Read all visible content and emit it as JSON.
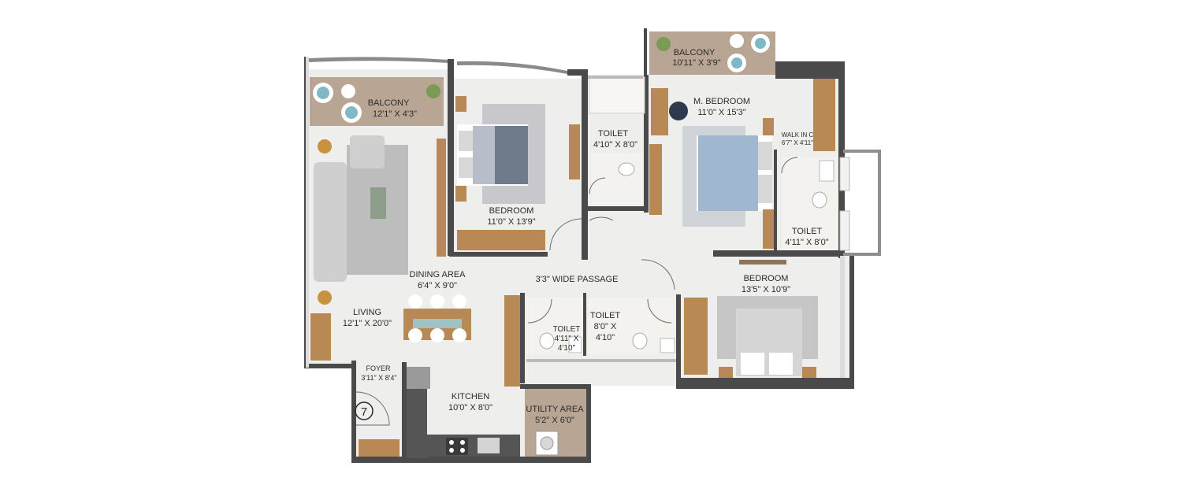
{
  "plan": {
    "unit_badge": "7",
    "rooms": {
      "balcony_living": {
        "name": "BALCONY",
        "size": "12'1\" X 4'3\""
      },
      "balcony_master": {
        "name": "BALCONY",
        "size": "10'11\" X 3'9\""
      },
      "bedroom_1": {
        "name": "BEDROOM",
        "size": "11'0\" X 13'9\""
      },
      "toilet_1": {
        "name": "TOILET",
        "size": "4'10\" X 8'0\""
      },
      "master_bedroom": {
        "name": "M. BEDROOM",
        "size": "11'0\" X 15'3\""
      },
      "walk_in": {
        "name": "WALK IN C",
        "size": "6'7\" X 4'11\""
      },
      "toilet_master": {
        "name": "TOILET",
        "size": "4'11\" X 8'0\""
      },
      "dining": {
        "name": "DINING AREA",
        "size": "6'4\" X 9'0\""
      },
      "passage": {
        "name": "3'3\" WIDE PASSAGE"
      },
      "bedroom_2": {
        "name": "BEDROOM",
        "size": "13'5\" X 10'9\""
      },
      "living": {
        "name": "LIVING",
        "size": "12'1\" X 20'0\""
      },
      "toilet_2": {
        "name": "TOILET",
        "size_1": "4'11\" X",
        "size_2": "4'10\""
      },
      "toilet_3": {
        "name": "TOILET",
        "size_1": "8'0\" X",
        "size_2": "4'10\""
      },
      "foyer": {
        "name": "FOYER",
        "size": "3'11\" X 8'4\""
      },
      "kitchen": {
        "name": "KITCHEN",
        "size": "10'0\" X 8'0\""
      },
      "utility": {
        "name": "UTILITY AREA",
        "size": "5'2\" X 6'0\""
      }
    }
  }
}
